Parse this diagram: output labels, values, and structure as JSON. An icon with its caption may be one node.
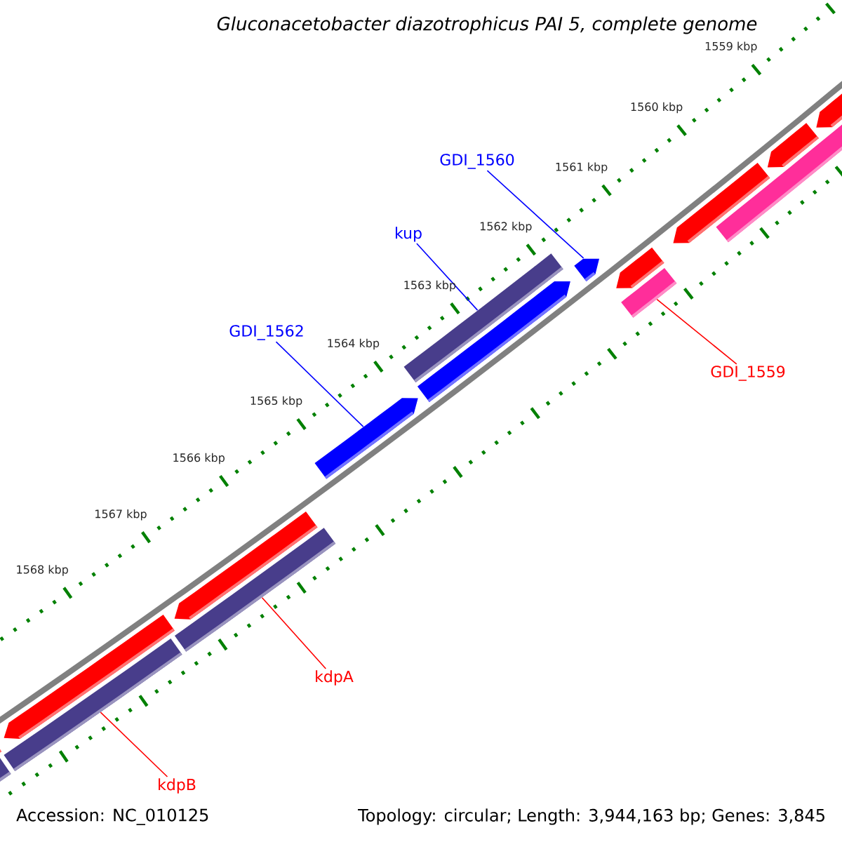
{
  "diagram": {
    "title": "Gluconacetobacter diazotrophicus PAI 5, complete genome",
    "nodes": [
      {
        "text": [
          "GDI_1560"
        ]
      },
      {
        "text": [
          "kup"
        ]
      },
      {
        "text": [
          "GDI_1562"
        ]
      },
      {
        "text": [
          "GDI_1559"
        ]
      },
      {
        "text": [
          "kdpA"
        ]
      },
      {
        "text": [
          "kdpB"
        ]
      },
      {
        "text": [],
        "shape": "bar"
      },
      {
        "text": [],
        "shape": "bar"
      },
      {
        "text": [],
        "shape": "bar"
      },
      {
        "text": [],
        "shape": "bar"
      },
      {
        "text": [],
        "shape": "bar"
      },
      {
        "text": [],
        "shape": "bar"
      }
    ],
    "edges": [
      {
        "from": 0,
        "to": 10,
        "arrow": "none",
        "color": "#0000ff"
      },
      {
        "from": 1,
        "to": 9,
        "arrow": "none",
        "color": "#0000ff"
      },
      {
        "from": 2,
        "to": 8,
        "arrow": "none",
        "color": "#0000ff"
      },
      {
        "from": 3,
        "to": 11,
        "arrow": "none",
        "color": "#ff0000"
      },
      {
        "from": 4,
        "to": 7,
        "arrow": "none",
        "color": "#ff0000"
      },
      {
        "from": 5,
        "to": 6,
        "arrow": "none",
        "color": "#ff0000"
      }
    ],
    "labels": [
      "1559 kbp",
      "1560 kbp",
      "1561 kbp",
      "1562 kbp",
      "1563 kbp",
      "1564 kbp",
      "1565 kbp",
      "1566 kbp",
      "1567 kbp",
      "1568 kbp",
      "Accession: NC_010125",
      "Topology: circular; Length: 3,944,163 bp; Genes: 3,845"
    ]
  }
}
